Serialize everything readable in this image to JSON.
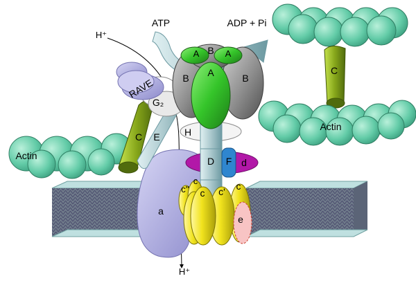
{
  "labels": {
    "atp": "ATP",
    "adp_pi": "ADP + Pi",
    "h_plus_top": "H⁺",
    "h_plus_bottom": "H⁺",
    "rave": "RAVE",
    "g2": "G₂",
    "actin_left": "Actin",
    "actin_right": "Actin",
    "sub_a_left": "A",
    "sub_b_top": "B",
    "sub_a_right": "A",
    "sub_a_center": "A",
    "sub_b_left": "B",
    "sub_b_right": "B",
    "sub_c_right": "C",
    "sub_c_left": "C",
    "sub_e": "E",
    "sub_h": "H",
    "sub_d_upper": "D",
    "sub_f": "F",
    "sub_d_lower": "d",
    "sub_a_membrane": "a",
    "ring_c_dprime": "c''",
    "ring_c_small": "c",
    "ring_c1": "c",
    "ring_c_prime": "c'",
    "ring_c2": "c",
    "sub_e_lower": "e"
  },
  "colors": {
    "actin": "#6ed3b0",
    "green": "#3cc93c",
    "olive": "#86a61a",
    "gray": "#8c8c8c",
    "light_blue": "#a9c7cc",
    "lavender": "#a8a6dc",
    "yellow": "#f1e31d",
    "magenta": "#b218a8",
    "blue": "#2f86cf",
    "pink": "#f8b8b8",
    "membrane": "#a7c9c9"
  }
}
